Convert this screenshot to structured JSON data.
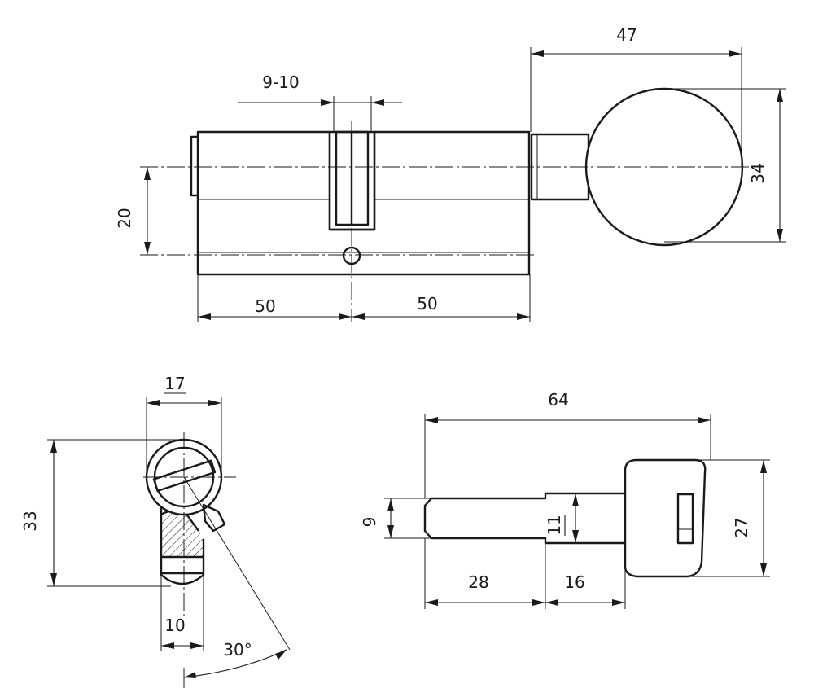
{
  "top_view": {
    "dim_width_knob": "47",
    "dim_cam": "9-10",
    "dim_knob_diameter": "34",
    "dim_offset": "20",
    "dim_left_length": "50",
    "dim_right_length": "50"
  },
  "profile_view": {
    "dim_width": "17",
    "dim_height": "33",
    "dim_bottom": "10",
    "dim_angle": "30°"
  },
  "key_view": {
    "dim_total_length": "64",
    "dim_blade_height": "9",
    "dim_step_height": "11",
    "dim_head_height": "27",
    "dim_blade_length": "28",
    "dim_shoulder_length": "16"
  }
}
